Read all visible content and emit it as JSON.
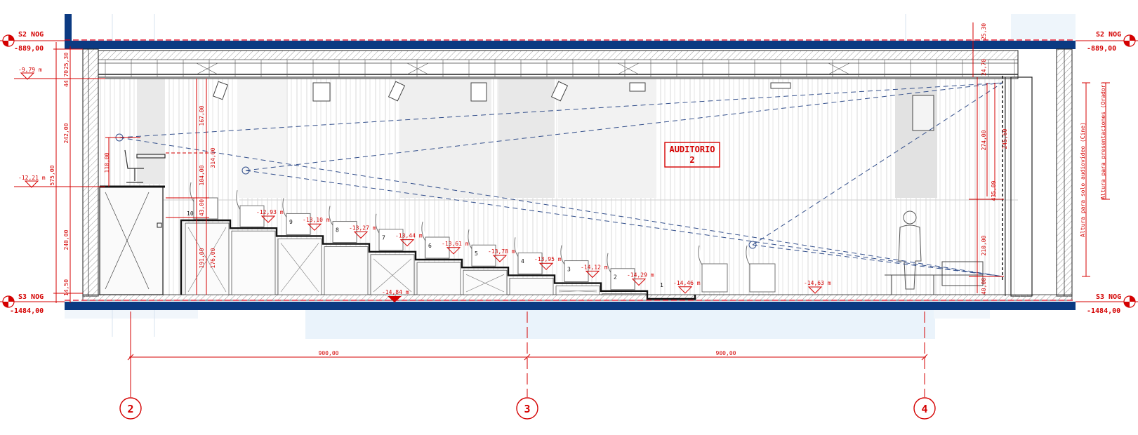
{
  "levels": {
    "top_left_name": "S2 NOG",
    "top_left_value": "-889,00",
    "top_right_name": "S2 NOG",
    "top_right_value": "-889,00",
    "bottom_left_name": "S3 NOG",
    "bottom_left_value": "-1484,00",
    "bottom_right_name": "S3 NOG",
    "bottom_right_value": "-1484,00"
  },
  "room": {
    "line1": "AUDITORIO",
    "line2": "2"
  },
  "elevations": {
    "left_upper": "-9,79 m",
    "left_middle": "-12,21 m",
    "bottom_center": "-14,84 m",
    "floor_right": "-14,63 m",
    "steps": [
      "-12,93 m",
      "-13,10 m",
      "-13,27 m",
      "-13,44 m",
      "-13,61 m",
      "-13,78 m",
      "-13,95 m",
      "-14,12 m",
      "-14,29 m",
      "-14,46 m"
    ]
  },
  "step_numbers": [
    "10",
    "9",
    "8",
    "7",
    "6",
    "5",
    "4",
    "3",
    "2",
    "1"
  ],
  "dimensions": {
    "left_outer": [
      "25,30",
      "44,70",
      "242,00",
      "575,00",
      "240,00",
      "14,50"
    ],
    "booth": [
      "167,00",
      "314,00",
      "104,00",
      "43,00",
      "191,00",
      "176,00",
      "110,00"
    ],
    "right": [
      "25,30",
      "24,70",
      "274,00",
      "245,60",
      "435,09",
      "210,00",
      "40,00"
    ],
    "grid_spacing": [
      "900,00",
      "900,00"
    ]
  },
  "notes": {
    "cinema": "Altura para solo audiovídeo (Cine)",
    "presenter": "Altura para presentaciones (Orador)"
  },
  "axes": [
    "2",
    "3",
    "4"
  ],
  "colors": {
    "annotation": "#d40000",
    "slab": "#0b3a82",
    "sightline": "#34508c"
  }
}
